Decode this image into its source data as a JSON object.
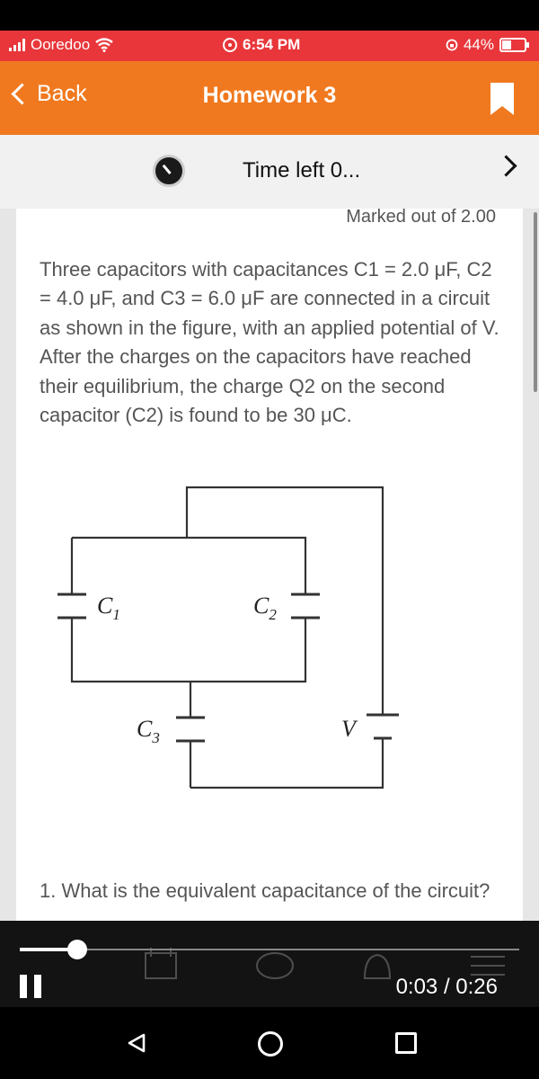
{
  "status_bar": {
    "carrier": "Ooredoo",
    "time": "6:54 PM",
    "battery": "44%",
    "battery_level": 0.44
  },
  "app_bar": {
    "back_label": "Back",
    "title": "Homework 3"
  },
  "timer": {
    "text": "Time left 0..."
  },
  "question": {
    "marked": "Marked out of 2.00",
    "text": "Three capacitors with capacitances C1 = 2.0 μF, C2 = 4.0 μF, and C3 = 6.0 μF are connected in a circuit as shown in the figure, with an applied potential of V. After the charges on the capacitors have reached their equilibrium, the charge Q2 on the second capacitor (C2) is found to be 30 μC.",
    "diagram_labels": {
      "c1": "C",
      "c1_sub": "1",
      "c2": "C",
      "c2_sub": "2",
      "c3": "C",
      "c3_sub": "3",
      "v": "V"
    },
    "sub_question": "1. What is the equivalent capacitance of the circuit?"
  },
  "video": {
    "time": "0:03 / 0:26",
    "progress": 0.115
  },
  "colors": {
    "status_bar": "#e8363a",
    "app_bar": "#f0791f"
  }
}
